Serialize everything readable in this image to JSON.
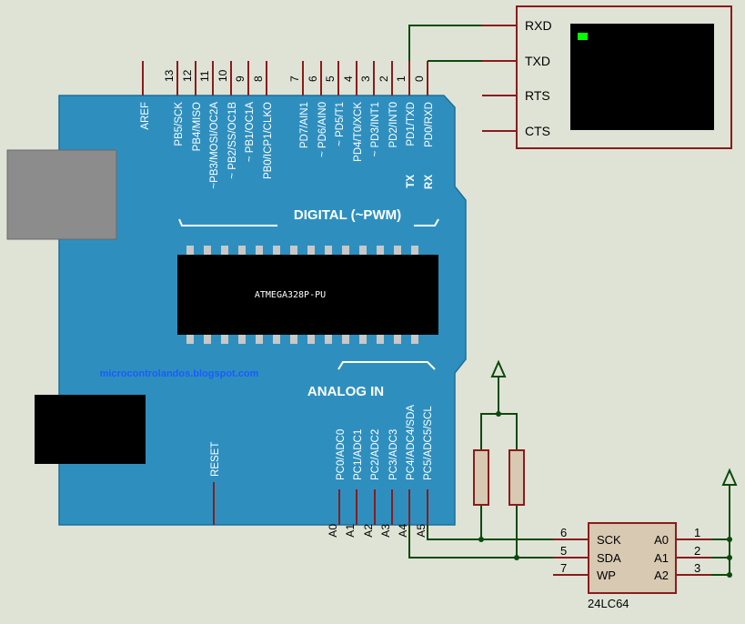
{
  "colors": {
    "background": "#dfe3d6",
    "board": "#2e8fbf",
    "board_edge": "#1f6f99",
    "chip": "#000000",
    "wire": "#0a4a0a",
    "component": "#8a1c1c",
    "terminal_screen": "#000000",
    "terminal_cursor": "#00ff00",
    "website_text": "#1a5cff"
  },
  "arduino": {
    "header_digital_top": [
      "13",
      "12",
      "11",
      "10",
      "9",
      "8",
      "7",
      "6",
      "5",
      "4",
      "3",
      "2",
      "1",
      "0"
    ],
    "aref_label": "AREF",
    "port_b_labels": [
      "PB5/SCK",
      "PB4/MISO",
      "~PB3/MOSI/OC2A",
      "~ PB2/SS/OC1B",
      "~ PB1/OC1A",
      "PB0/ICP1/CLKO"
    ],
    "port_d_labels": [
      "PD7/AIN1",
      "~ PD6/AIN0",
      "~ PD5/T1",
      "PD4/T0/XCK",
      "~ PD3/INT1",
      "PD2/INT0",
      "PD1/TXD",
      "PD0/RXD"
    ],
    "tx_label": "TX",
    "rx_label": "RX",
    "digital_title": "DIGITAL (~PWM)",
    "chip_label": "ATMEGA328P-PU",
    "website": "microcontrolandos.blogspot.com",
    "analog_title": "ANALOG IN",
    "reset_label": "RESET",
    "port_c_labels": [
      "PC0/ADC0",
      "PC1/ADC1",
      "PC2/ADC2",
      "PC3/ADC3",
      "PC4/ADC4/SDA",
      "PC5/ADC5/SCL"
    ],
    "header_analog": [
      "A0",
      "A1",
      "A2",
      "A3",
      "A4",
      "A5"
    ]
  },
  "terminal": {
    "pins": [
      "RXD",
      "TXD",
      "RTS",
      "CTS"
    ]
  },
  "eeprom": {
    "name": "24LC64",
    "left_pins": [
      {
        "num": "6",
        "name": "SCK"
      },
      {
        "num": "5",
        "name": "SDA"
      },
      {
        "num": "7",
        "name": "WP"
      }
    ],
    "right_pins": [
      {
        "num": "1",
        "name": "A0"
      },
      {
        "num": "2",
        "name": "A1"
      },
      {
        "num": "3",
        "name": "A2"
      }
    ]
  }
}
